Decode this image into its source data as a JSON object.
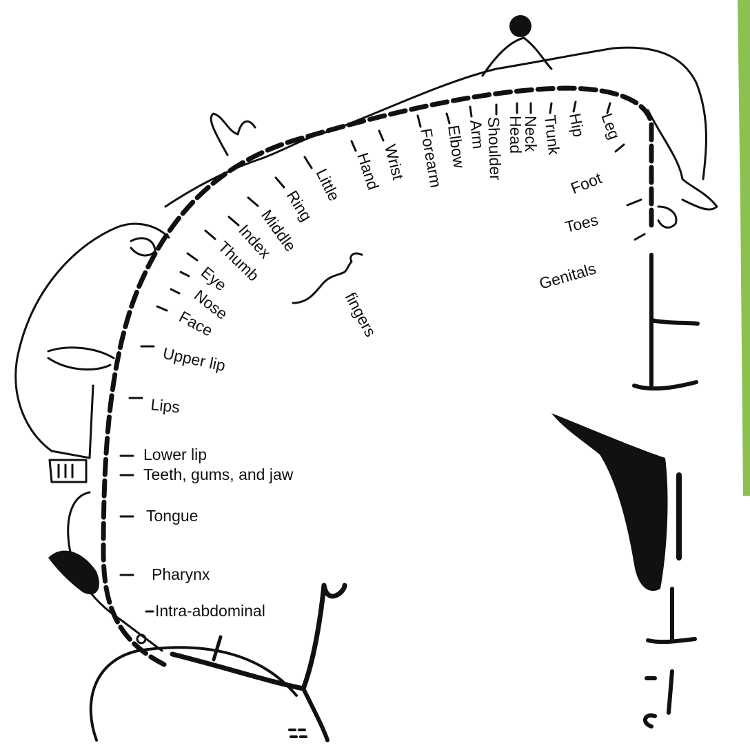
{
  "labels": {
    "intra_abdominal": "Intra-abdominal",
    "pharynx": "Pharynx",
    "tongue": "Tongue",
    "teeth": "Teeth, gums, and jaw",
    "lower_lip": "Lower lip",
    "lips": "Lips",
    "upper_lip": "Upper lip",
    "face": "Face",
    "nose": "Nose",
    "eye": "Eye",
    "thumb": "Thumb",
    "index": "Index",
    "middle": "Middle",
    "ring": "Ring",
    "little": "Little",
    "hand": "Hand",
    "wrist": "Wrist",
    "forearm": "Forearm",
    "elbow": "Elbow",
    "arm": "Arm",
    "shoulder": "Shoulder",
    "head": "Head",
    "neck": "Neck",
    "trunk": "Trunk",
    "hip": "Hip",
    "leg": "Leg",
    "foot": "Foot",
    "toes": "Toes",
    "genitals": "Genitals",
    "fingers": "fingers"
  },
  "colors": {
    "ink": "#111111",
    "accent_bar": "#8cc152"
  }
}
